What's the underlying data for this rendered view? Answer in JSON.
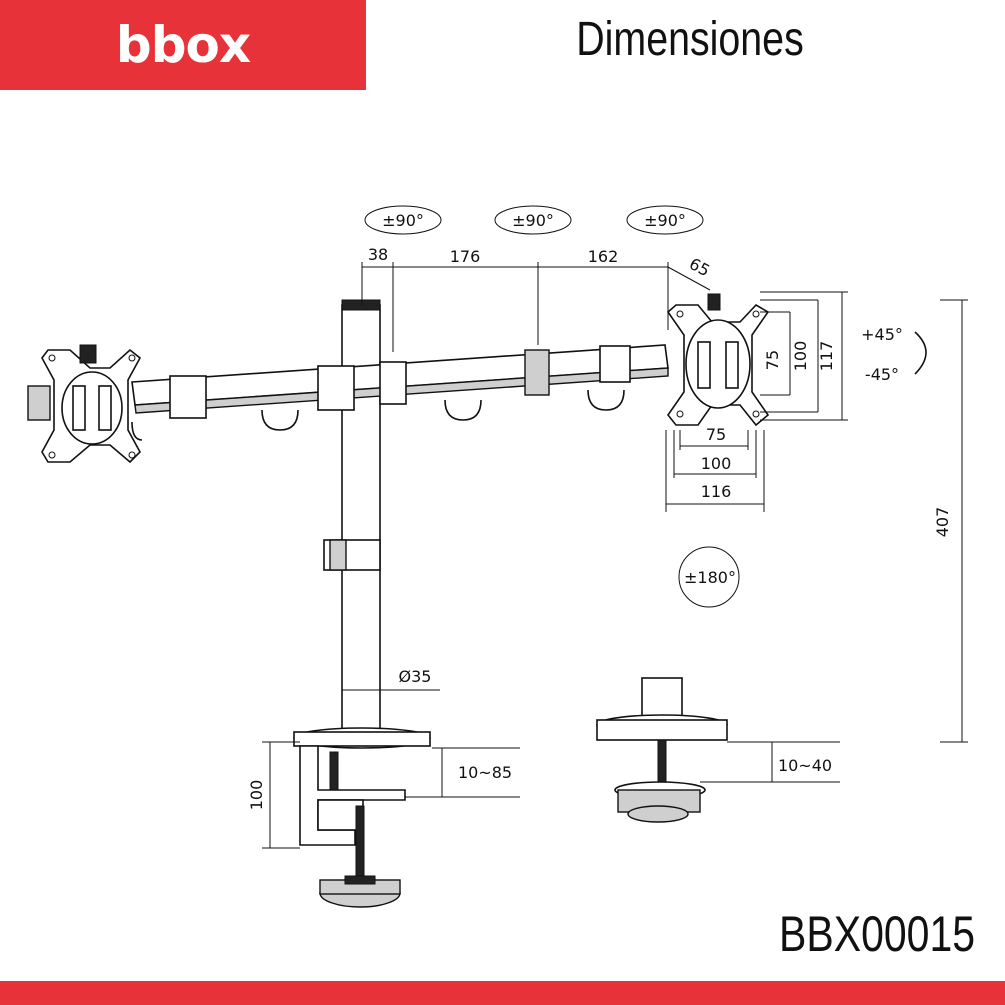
{
  "header": {
    "brand": "bbox",
    "title": "Dimensiones",
    "accent_color": "#e8323a"
  },
  "footer": {
    "model": "BBX00015"
  },
  "diagram": {
    "rotations": {
      "arm1": "±90°",
      "arm2": "±90°",
      "arm3": "±90°",
      "tilt_up": "+45°",
      "tilt_down": "-45°",
      "pivot": "±180°"
    },
    "dimensions": {
      "d38": "38",
      "d176": "176",
      "d162": "162",
      "d65": "65",
      "vesa_v75": "75",
      "vesa_v100": "100",
      "vesa_v117": "117",
      "vesa_h75": "75",
      "vesa_h100": "100",
      "vesa_h116": "116",
      "height_407": "407",
      "pole_diameter": "Ø35",
      "clamp_range": "10~85",
      "clamp_height": "100",
      "grommet_range": "10~40"
    }
  }
}
